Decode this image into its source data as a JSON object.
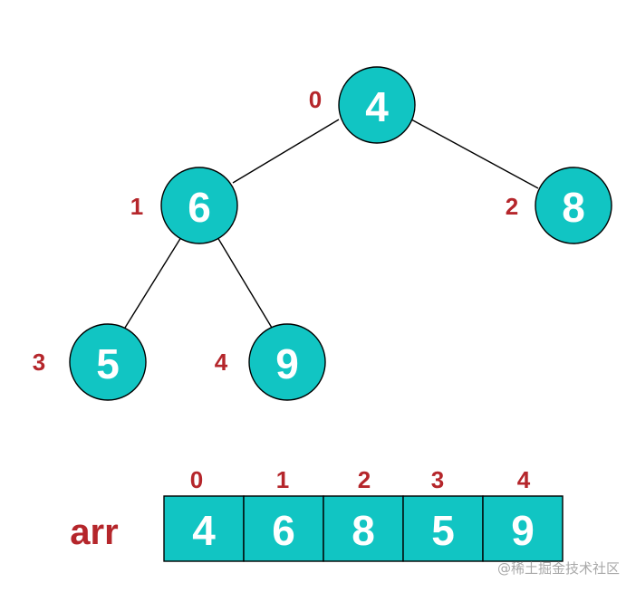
{
  "colors": {
    "node_fill": "#11c5c3",
    "index_text": "#b5262b",
    "value_text": "#ffffff",
    "outline": "#000000"
  },
  "tree": {
    "nodes": [
      {
        "index": "0",
        "value": "4"
      },
      {
        "index": "1",
        "value": "6"
      },
      {
        "index": "2",
        "value": "8"
      },
      {
        "index": "3",
        "value": "5"
      },
      {
        "index": "4",
        "value": "9"
      }
    ],
    "edges": [
      {
        "from": "0",
        "to": "1"
      },
      {
        "from": "0",
        "to": "2"
      },
      {
        "from": "1",
        "to": "3"
      },
      {
        "from": "1",
        "to": "4"
      }
    ]
  },
  "array": {
    "label": "arr",
    "cells": [
      {
        "index": "0",
        "value": "4"
      },
      {
        "index": "1",
        "value": "6"
      },
      {
        "index": "2",
        "value": "8"
      },
      {
        "index": "3",
        "value": "5"
      },
      {
        "index": "4",
        "value": "9"
      }
    ]
  },
  "watermark": "@稀土掘金技术社区"
}
